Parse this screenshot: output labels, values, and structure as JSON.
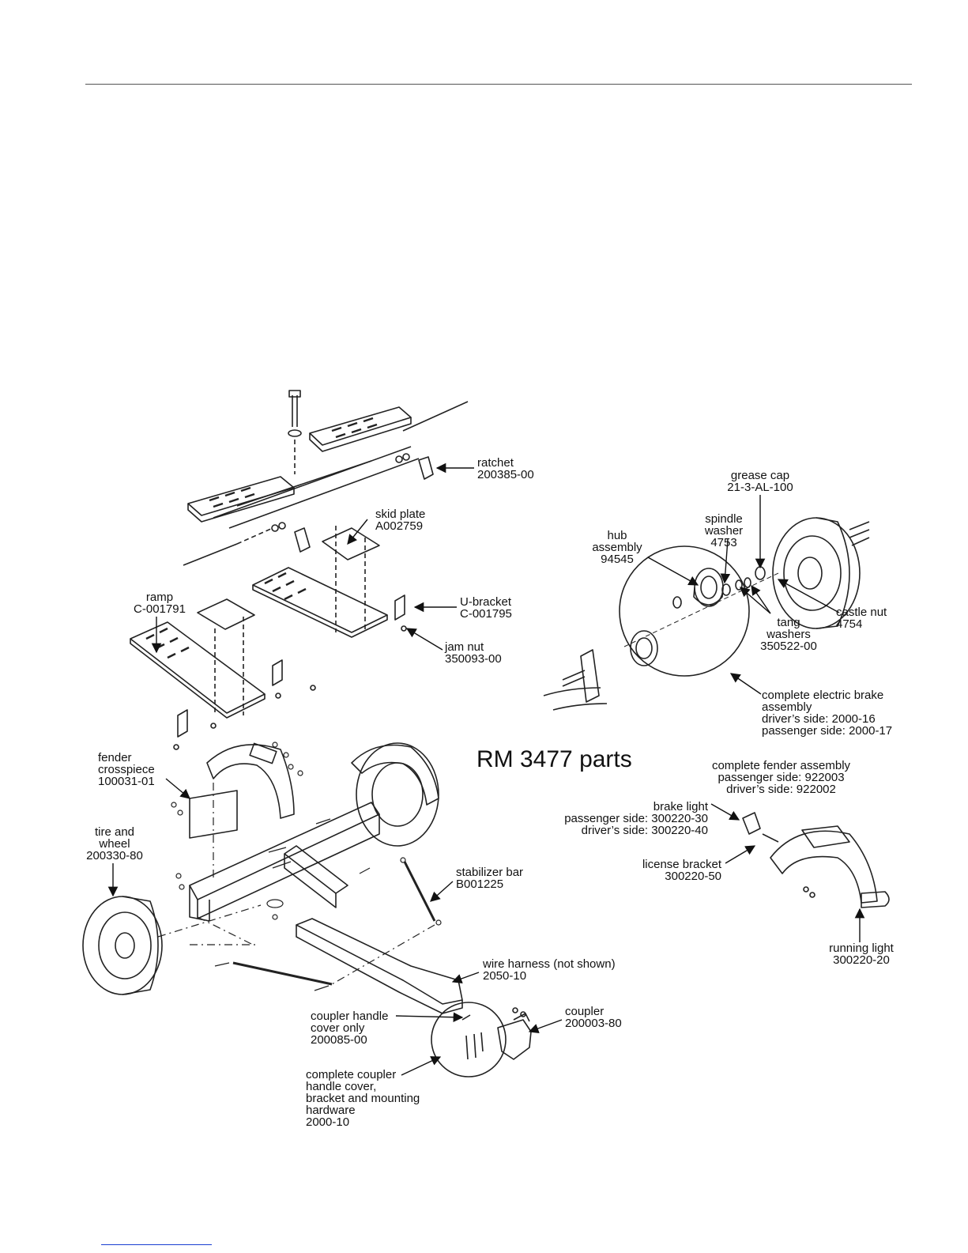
{
  "title": "RM 3477 parts",
  "labels": {
    "ratchet": "ratchet\n200385-00",
    "skid_plate": "skid plate\nA002759",
    "ramp": "ramp\nC-001791",
    "u_bracket": "U-bracket\nC-001795",
    "jam_nut": "jam nut\n350093-00",
    "fender_crosspiece": "fender\ncrosspiece\n100031-01",
    "tire_wheel": "tire and\nwheel\n200330-80",
    "stabilizer_bar": "stabilizer bar\nB001225",
    "wire_harness": "wire harness (not shown)\n2050-10",
    "coupler_handle_cover": "coupler handle\ncover only\n200085-00",
    "coupler": "coupler\n200003-80",
    "complete_coupler": "complete coupler\nhandle cover,\nbracket and mounting\nhardware\n2000-10",
    "grease_cap": "grease cap\n21-3-AL-100",
    "spindle_washer": "spindle\nwasher\n4753",
    "hub_assembly": "hub\nassembly\n94545",
    "tang_washers": "tang\nwashers\n350522-00",
    "castle_nut": "castle nut\n4754",
    "electric_brake": "complete electric brake\nassembly\ndriver’s side: 2000-16\npassenger side: 2000-17",
    "fender_assembly": "complete fender assembly\npassenger side: 922003\ndriver’s side: 922002",
    "brake_light": "brake light\npassenger side: 300220-30\ndriver’s side: 300220-40",
    "license_bracket": "license bracket\n300220-50",
    "running_light": "running light\n300220-20"
  }
}
